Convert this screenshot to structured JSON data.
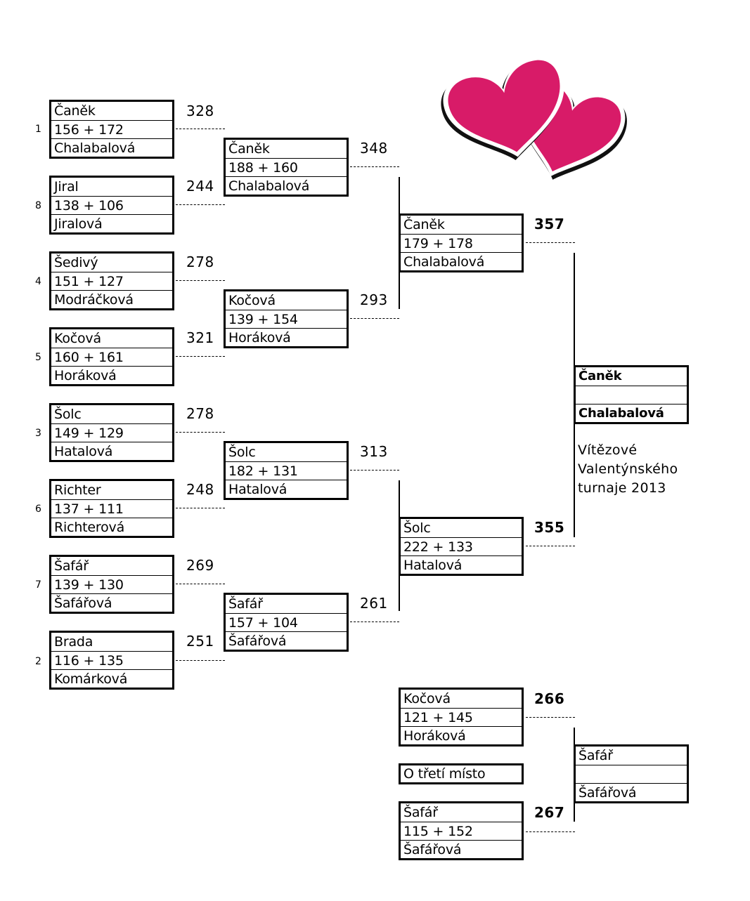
{
  "round1": [
    {
      "seed": "1",
      "player1": "Čaněk",
      "scores": "156 + 172",
      "player2": "Chalabalová",
      "total": "328"
    },
    {
      "seed": "8",
      "player1": "Jiral",
      "scores": "138 + 106",
      "player2": "Jiralová",
      "total": "244"
    },
    {
      "seed": "4",
      "player1": "Šedivý",
      "scores": "151 + 127",
      "player2": "Modráčková",
      "total": "278"
    },
    {
      "seed": "5",
      "player1": "Kočová",
      "scores": "160 + 161",
      "player2": "Horáková",
      "total": "321"
    },
    {
      "seed": "3",
      "player1": "Šolc",
      "scores": "149 + 129",
      "player2": "Hatalová",
      "total": "278"
    },
    {
      "seed": "6",
      "player1": "Richter",
      "scores": "137 + 111",
      "player2": "Richterová",
      "total": "248"
    },
    {
      "seed": "7",
      "player1": "Šafář",
      "scores": "139 + 130",
      "player2": "Šafářová",
      "total": "269"
    },
    {
      "seed": "2",
      "player1": "Brada",
      "scores": "116 + 135",
      "player2": "Komárková",
      "total": "251"
    }
  ],
  "round2": [
    {
      "player1": "Čaněk",
      "scores": "188 + 160",
      "player2": "Chalabalová",
      "total": "348"
    },
    {
      "player1": "Kočová",
      "scores": "139 + 154",
      "player2": "Horáková",
      "total": "293"
    },
    {
      "player1": "Šolc",
      "scores": "182 + 131",
      "player2": "Hatalová",
      "total": "313"
    },
    {
      "player1": "Šafář",
      "scores": "157 + 104",
      "player2": "Šafářová",
      "total": "261"
    }
  ],
  "semifinals": [
    {
      "player1": "Čaněk",
      "scores": "179 + 178",
      "player2": "Chalabalová",
      "total": "357"
    },
    {
      "player1": "Šolc",
      "scores": "222 + 133",
      "player2": "Hatalová",
      "total": "355"
    }
  ],
  "winner": {
    "player1": "Čaněk",
    "middle": "",
    "player2": "Chalabalová"
  },
  "caption": {
    "line1": "Vítězové",
    "line2": "Valentýnského",
    "line3": "turnaje 2013"
  },
  "third_place": {
    "label": "O třetí místo",
    "matches": [
      {
        "player1": "Kočová",
        "scores": "121 + 145",
        "player2": "Horáková",
        "total": "266"
      },
      {
        "player1": "Šafář",
        "scores": "115 + 152",
        "player2": "Šafářová",
        "total": "267"
      }
    ],
    "winner": {
      "player1": "Šafář",
      "middle": "",
      "player2": "Šafářová"
    }
  },
  "decoration": {
    "icon": "two-hearts-icon",
    "fill_color": "#d81b68",
    "outline_color": "#111111"
  }
}
